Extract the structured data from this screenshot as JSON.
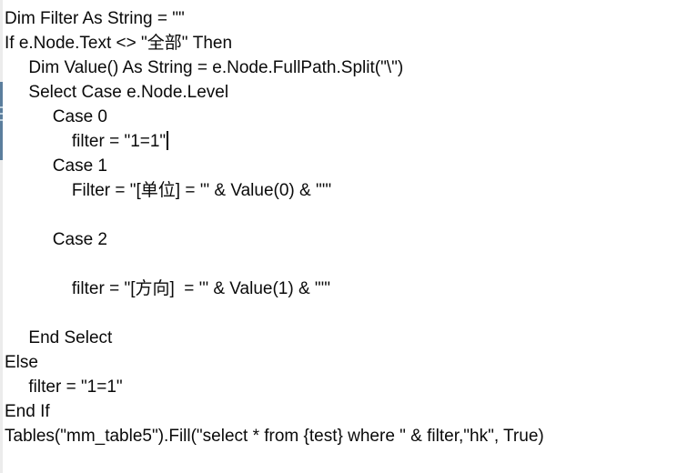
{
  "editor": {
    "background": "#ffffff",
    "text_color": "#0a0a0a",
    "caret": {
      "line_index": 5
    },
    "lines": [
      "Dim Filter As String = \"\"",
      "If e.Node.Text <> \"全部\" Then",
      "     Dim Value() As String = e.Node.FullPath.Split(\"\\\")",
      "     Select Case e.Node.Level",
      "          Case 0",
      "              filter = \"1=1\"",
      "          Case 1",
      "              Filter = \"[单位] = '\" & Value(0) & \"'\"",
      "",
      "          Case 2",
      "",
      "              filter = \"[方向]  = '\" & Value(1) & \"'\"",
      "",
      "     End Select",
      "Else",
      "     filter = \"1=1\"",
      "End If",
      "Tables(\"mm_table5\").Fill(\"select * from {test} where \" & filter,\"hk\", True)"
    ]
  },
  "left_edge": {
    "strip_color": "#ececec",
    "scrollbar_thumb_color": "#5b7e9d",
    "scrollbar_grip_color": "#bdd1df"
  }
}
